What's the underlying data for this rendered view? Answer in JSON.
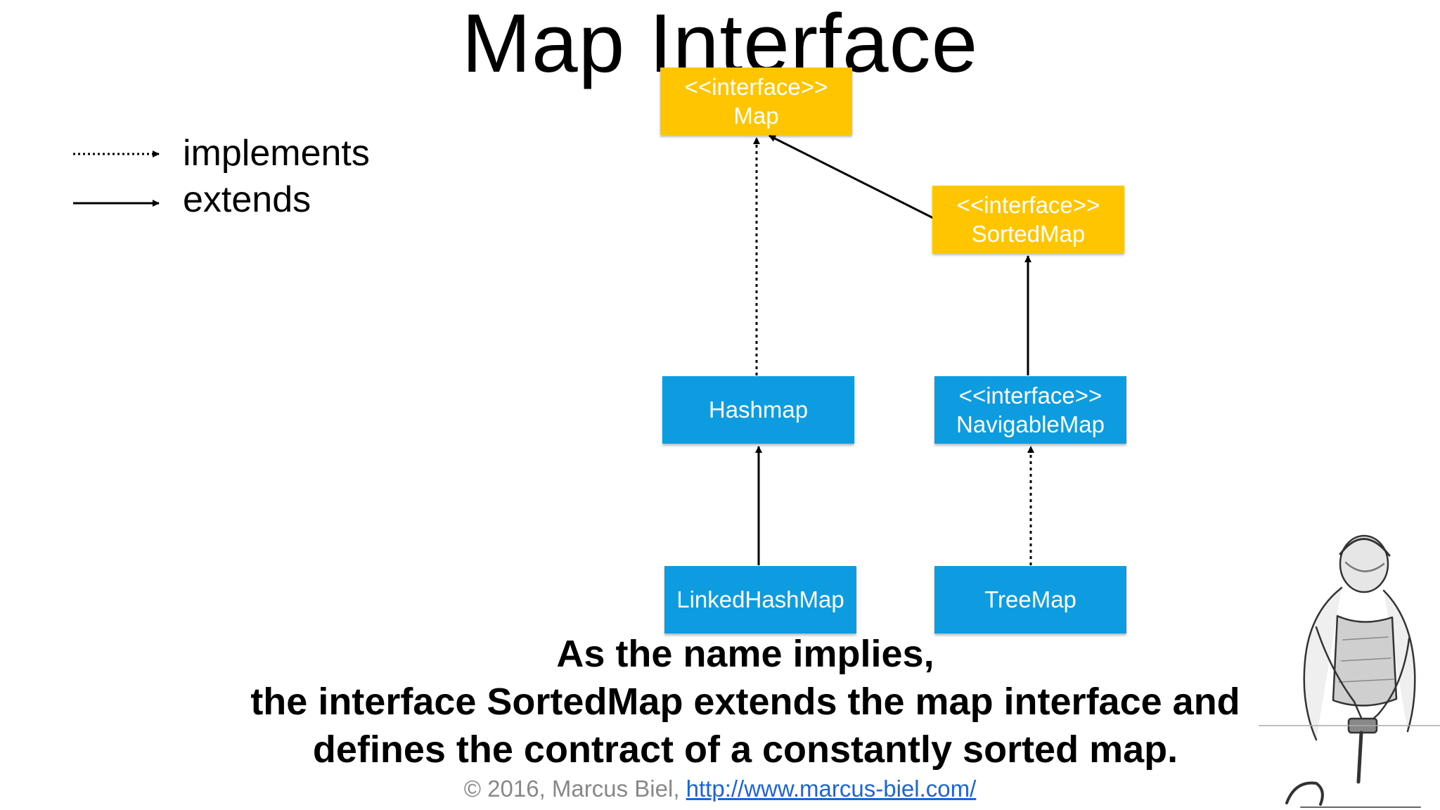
{
  "title": "Map Interface",
  "legend": {
    "implements": "implements",
    "extends": "extends"
  },
  "nodes": {
    "map": {
      "stereotype": "<<interface>>",
      "name": "Map"
    },
    "sortedmap": {
      "stereotype": "<<interface>>",
      "name": "SortedMap"
    },
    "hashmap": {
      "name": "Hashmap"
    },
    "navigablemap": {
      "stereotype": "<<interface>>",
      "name": "NavigableMap"
    },
    "linkedhashmap": {
      "name": "LinkedHashMap"
    },
    "treemap": {
      "name": "TreeMap"
    }
  },
  "caption": {
    "line1": "As the name implies,",
    "line2": "the interface SortedMap extends the map interface and",
    "line3": "defines the contract of a constantly sorted map."
  },
  "footer": {
    "copyright": "© 2016, Marcus Biel,",
    "link": "http://www.marcus-biel.com/"
  },
  "colors": {
    "interface_box": "#ffc600",
    "class_box": "#0e9ce0",
    "link": "#1a66d6"
  }
}
